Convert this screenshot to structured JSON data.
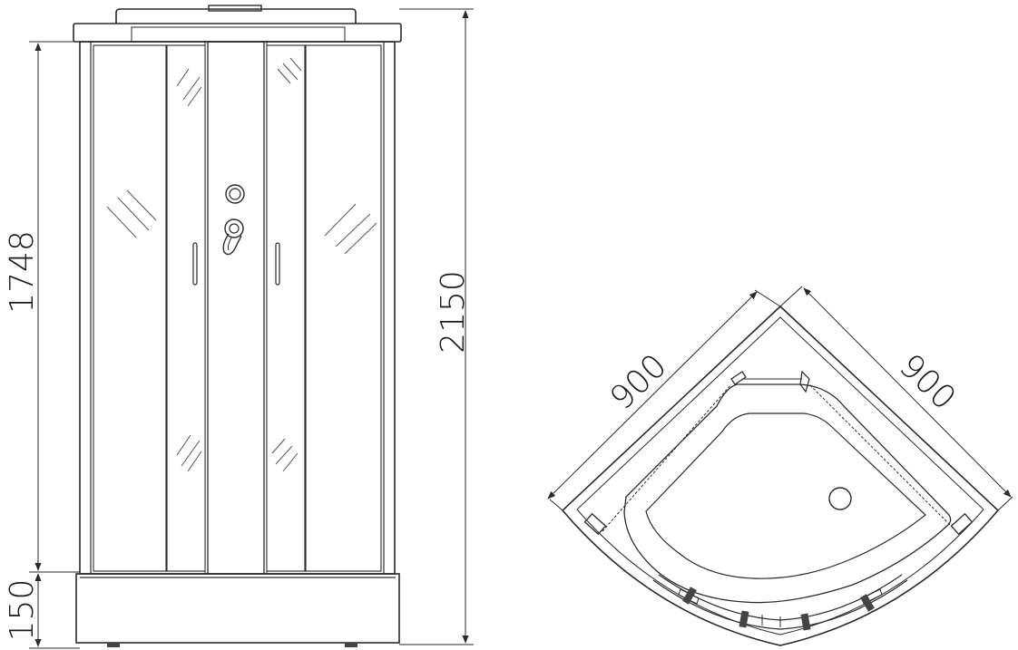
{
  "dimensions": {
    "cabin_height": "1748",
    "tray_height": "150",
    "total_height": "2150",
    "width_left": "900",
    "width_right": "900"
  },
  "colors": {
    "line": "#2a2a2a",
    "background": "#ffffff",
    "panel_fill": "#ffffff",
    "accent_dark": "#444444"
  }
}
